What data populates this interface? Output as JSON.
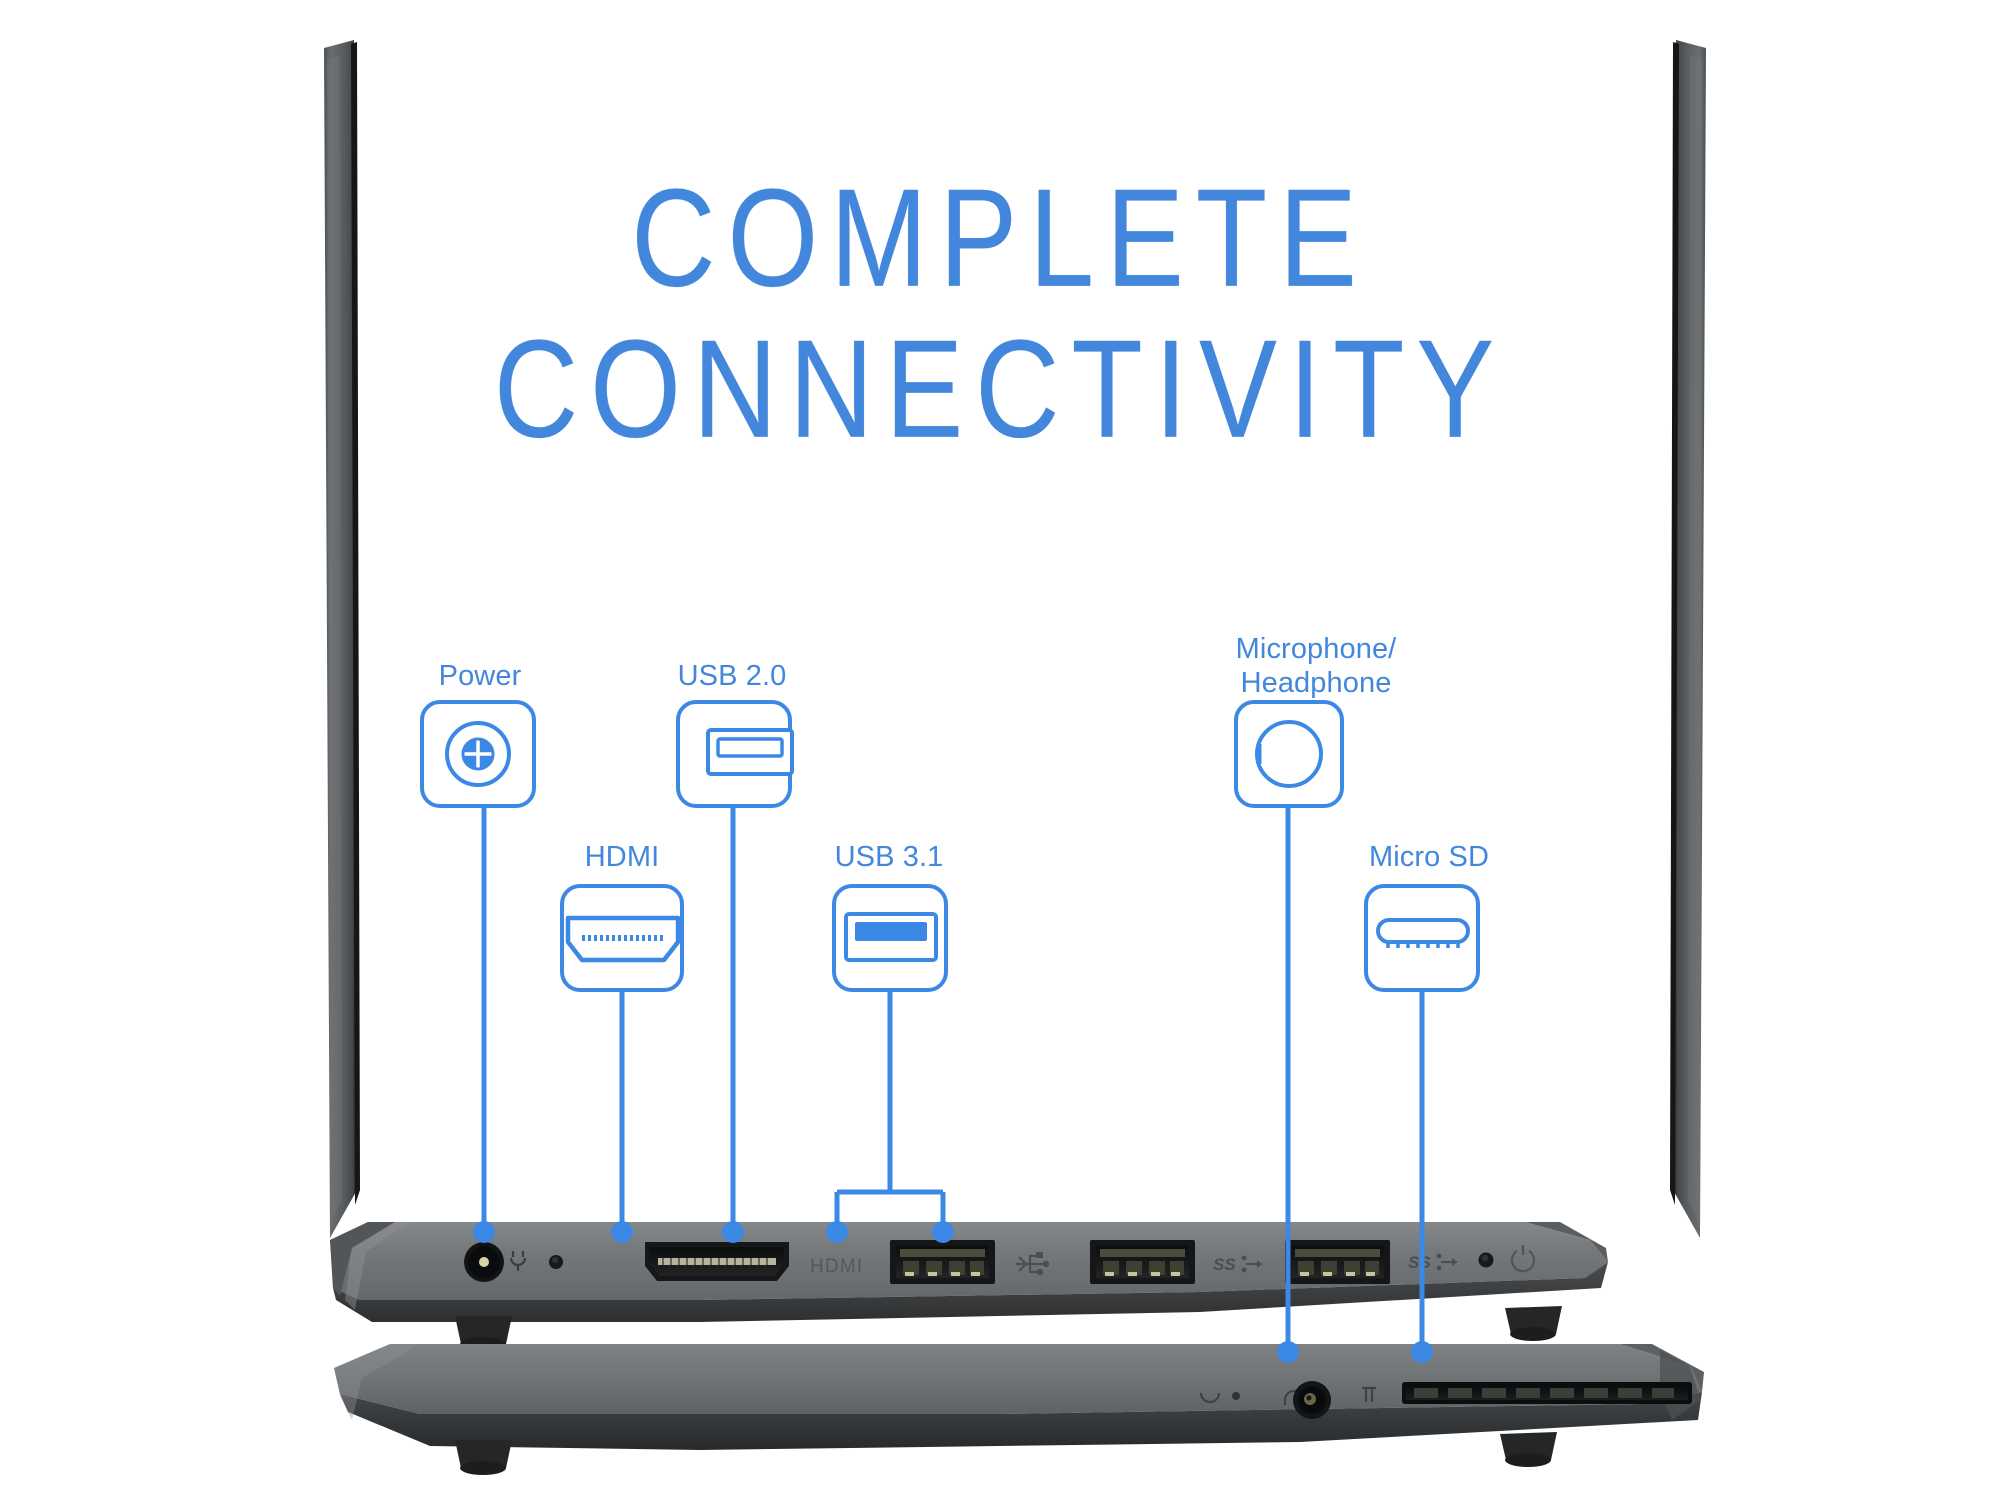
{
  "page": {
    "headline_line1": "COMPLETE",
    "headline_line2": "CONNECTIVITY",
    "accent_color": "#4387dc",
    "background_color": "#ffffff",
    "device_body_color": "#6e7173",
    "device_dark_color": "#3a3c3e"
  },
  "callouts": [
    {
      "id": "power",
      "label": "Power",
      "icon": "power-jack-icon",
      "row": "upper"
    },
    {
      "id": "hdmi",
      "label": "HDMI",
      "icon": "hdmi-port-icon",
      "row": "lower"
    },
    {
      "id": "usb20",
      "label": "USB 2.0",
      "icon": "usb-a-icon",
      "row": "upper"
    },
    {
      "id": "usb31",
      "label": "USB 3.1",
      "icon": "usb-a-blue-icon",
      "row": "lower"
    },
    {
      "id": "microphone",
      "label": "Microphone/\nHeadphone",
      "icon": "audio-jack-icon",
      "row": "upper"
    },
    {
      "id": "microsd",
      "label": "Micro SD",
      "icon": "microsd-slot-icon",
      "row": "lower"
    }
  ],
  "device": {
    "port_markings": {
      "hdmi_text": "HDMI",
      "usb2_text": "",
      "ss1_text": "SS",
      "ss2_text": "SS"
    }
  }
}
